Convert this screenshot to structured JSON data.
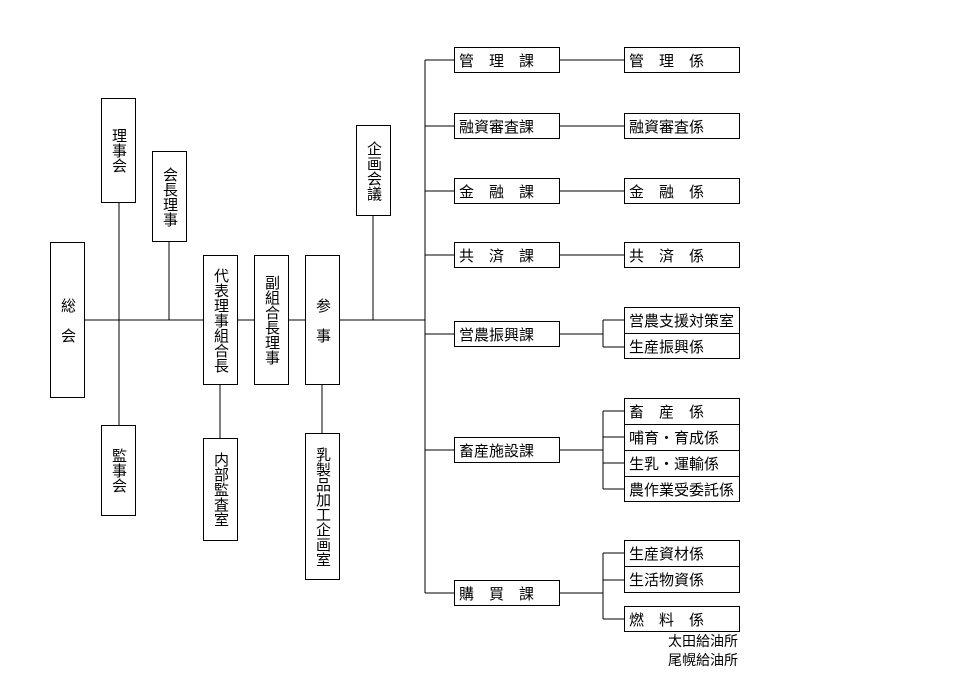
{
  "org": {
    "soukai": "総　会",
    "rijikai": "理事会",
    "kansakai": "監事会",
    "kaichou_riji": "会長理事",
    "daihyou": "代表理事組合長",
    "naibu": "内部監査室",
    "fuku": "副組合長理事",
    "sanji": "参　事",
    "nyuseihin": "乳製品加工企画室",
    "kikaku": "企画会議",
    "ka": {
      "kanri": "管　理　課",
      "yushi": "融資審査課",
      "kinyu": "金　融　課",
      "kyousai": "共　済　課",
      "einou": "営農振興課",
      "chikusan": "畜産施設課",
      "kobai": "購　買　課"
    },
    "kakari": {
      "kanri": "管　理　係",
      "yushi": "融資審査係",
      "kinyu": "金　融　係",
      "kyousai": "共　済　係",
      "einou_shien": "営農支援対策室",
      "seisan_shinkou": "生産振興係",
      "chikusan": "畜　産　係",
      "hoiku": "哺育・育成係",
      "gyunyu": "生乳・運輸係",
      "nousagyou": "農作業受委託係",
      "shizai": "生産資材係",
      "seikatsu": "生活物資係",
      "nenryou": "燃　料　係"
    },
    "notes": [
      "太田給油所",
      "尾幌給油所"
    ]
  }
}
